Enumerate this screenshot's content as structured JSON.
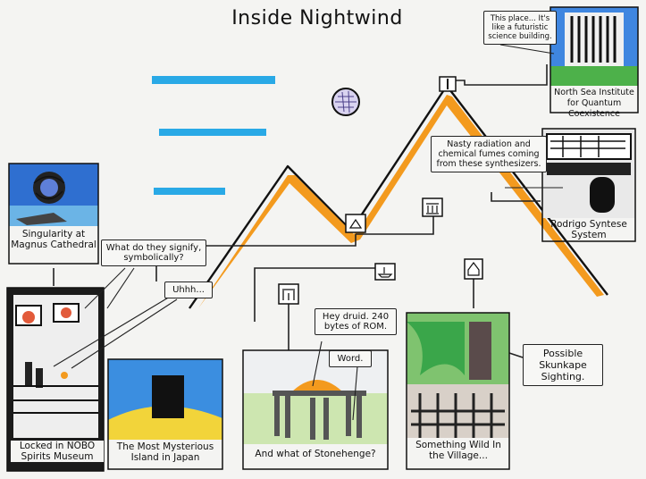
{
  "title": "Inside Nightwind",
  "panels": {
    "singularity": "Singularity at Magnus Cathedral",
    "nobo": "Locked in NOBO Spirits Museum",
    "island": "The Most Mysterious Island in Japan",
    "stonehenge": "And what of Stonehenge?",
    "village": "Something Wild In the Village...",
    "institute": "North Sea Institute for Quantum Coexistence",
    "rodrigo": "Rodrigo Syntese System"
  },
  "bubbles": {
    "what_signify": "What do they signify, symbolically?",
    "uhhh": "Uhhh...",
    "druid": "Hey druid. 240 bytes of ROM.",
    "word": "Word.",
    "this_place": "This place... It's like a futuristic science building.",
    "radiation": "Nasty radiation and chemical fumes coming from these synthesizers.",
    "skunkape": "Possible Skunkape Sighting."
  },
  "colors": {
    "mountain_orange": "#f39a1e",
    "stripe_blue": "#29a9e6",
    "sky_blue": "#2f6fd0",
    "grass_green": "#3aa64a",
    "sand_yellow": "#f2d43a",
    "ink": "#111111"
  }
}
